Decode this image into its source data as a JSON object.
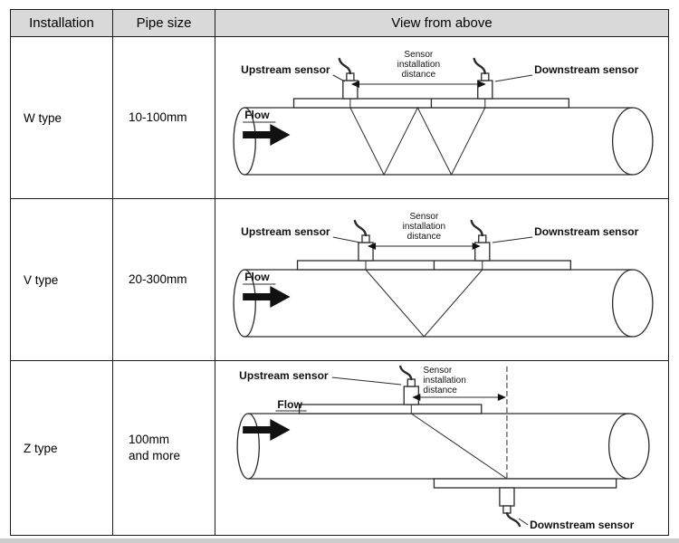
{
  "table": {
    "headers": {
      "installation": "Installation",
      "pipe_size": "Pipe size",
      "view": "View from above"
    },
    "rows": [
      {
        "installation": "W type",
        "pipe_size": "10-100mm"
      },
      {
        "installation": "V type",
        "pipe_size": "20-300mm"
      },
      {
        "installation": "Z type",
        "pipe_size": "100mm\nand more"
      }
    ]
  },
  "labels": {
    "upstream": "Upstream sensor",
    "downstream": "Downstream sensor",
    "flow": "Flow",
    "distance_line1": "Sensor",
    "distance_line2": "installation",
    "distance_line3": "distance"
  },
  "colors": {
    "header_bg": "#d9d9d9",
    "line": "#1c1c1c"
  }
}
